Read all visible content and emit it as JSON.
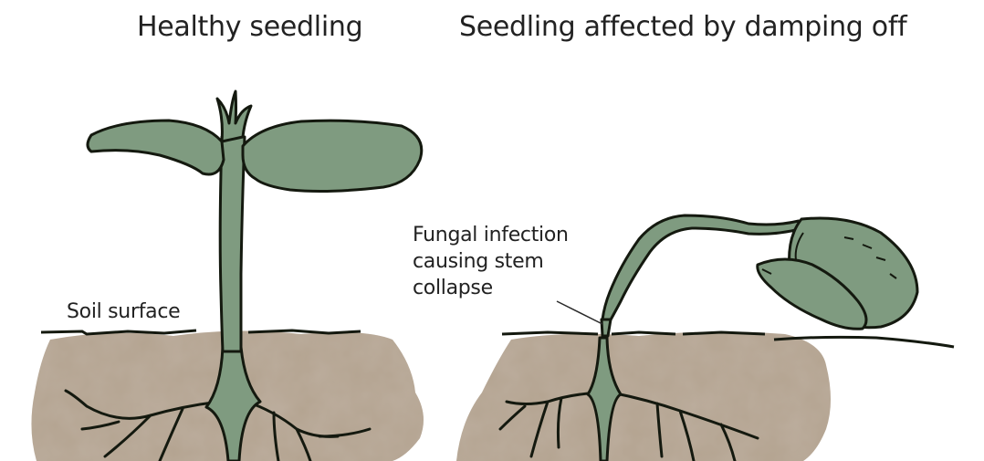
{
  "headings": {
    "left": "Healthy seedling",
    "right": "Seedling affected by damping off"
  },
  "labels": {
    "soil_surface": "Soil surface",
    "fungal_lines": [
      "Fungal infection",
      "causing stem",
      "collapse"
    ]
  },
  "colors": {
    "plant_fill": "#7f9b80",
    "plant_outline": "#14190f",
    "soil": "#b4a491",
    "soil_mottle": "#a39280",
    "background": "#ffffff"
  }
}
